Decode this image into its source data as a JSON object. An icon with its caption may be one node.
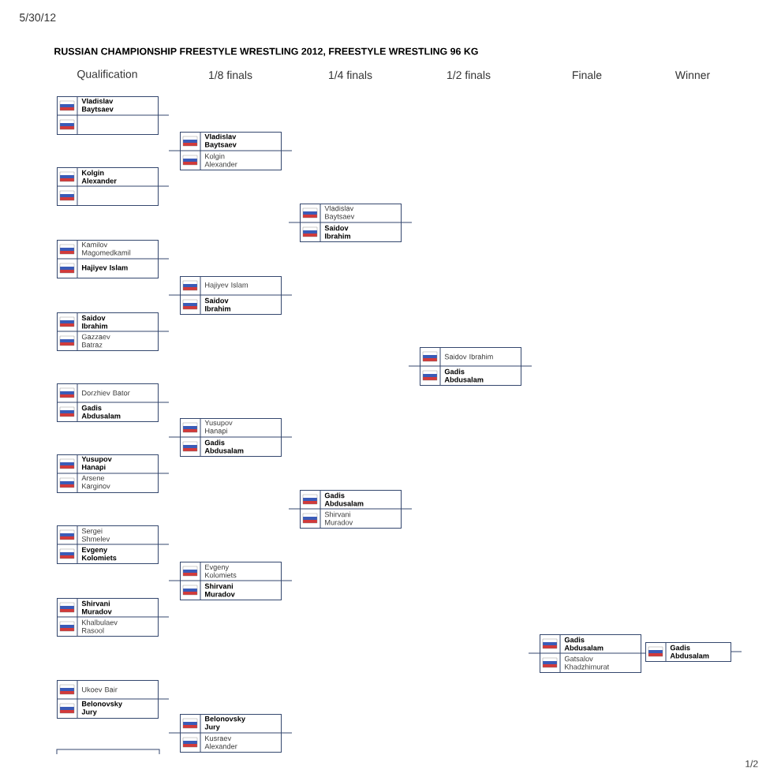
{
  "diagram": {
    "title": "RUSSIAN CHAMPIONSHIP FREESTYLE WRESTLING 2012, FREESTYLE WRESTLING 96 KG",
    "nodes": [
      {
        "text": [
          "Vladislav Baytsaev"
        ]
      },
      {
        "text": [
          "Kolgin Alexander"
        ]
      },
      {
        "text": [
          "Kamilov Magomedkamil",
          "Hajiyev Islam"
        ]
      },
      {
        "text": [
          "Saidov Ibrahim",
          "Gazzaev Batraz"
        ]
      },
      {
        "text": [
          "Dorzhiev Bator",
          "Gadis Abdusalam"
        ]
      },
      {
        "text": [
          "Yusupov Hanapi",
          "Arsene Karginov"
        ]
      },
      {
        "text": [
          "Sergei Shmelev",
          "Evgeny Kolomiets"
        ]
      },
      {
        "text": [
          "Shirvani Muradov",
          "Khalbulaev Rasool"
        ]
      },
      {
        "text": [
          "Ukoev Bair",
          "Belonovsky Jury"
        ]
      },
      {
        "text": [
          "Vladislav Baytsaev",
          "Kolgin Alexander"
        ]
      },
      {
        "text": [
          "Hajiyev Islam",
          "Saidov Ibrahim"
        ]
      },
      {
        "text": [
          "Yusupov Hanapi",
          "Gadis Abdusalam"
        ]
      },
      {
        "text": [
          "Evgeny Kolomiets",
          "Shirvani Muradov"
        ]
      },
      {
        "text": [
          "Belonovsky Jury",
          "Kusraev Alexander"
        ]
      },
      {
        "text": [
          "Vladislav Baytsaev",
          "Saidov Ibrahim"
        ]
      },
      {
        "text": [
          "Gadis Abdusalam",
          "Shirvani Muradov"
        ]
      },
      {
        "text": [
          "Saidov Ibrahim",
          "Gadis Abdusalam"
        ]
      },
      {
        "text": [
          "Gadis Abdusalam",
          "Gatsalov Khadzhimurat"
        ]
      },
      {
        "text": [
          "Gadis Abdusalam"
        ]
      }
    ],
    "labels": [
      "5/30/12",
      "Qualification",
      "1/8 finals",
      "1/4 finals",
      "1/2 finals",
      "Finale",
      "Winner",
      "1/2"
    ]
  }
}
